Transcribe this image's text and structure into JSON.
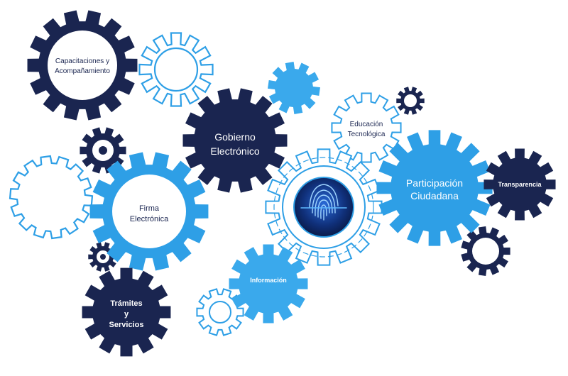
{
  "colors": {
    "navy": "#1a2550",
    "light_blue": "#2e9fe6",
    "sky_blue": "#3aa9ec",
    "outline_blue": "#2e9fe6",
    "white": "#ffffff",
    "navy_text": "#1a2550"
  },
  "gears": {
    "capacitaciones": {
      "line1": "Capacitaciones y",
      "line2": "Acompañamiento"
    },
    "gobierno": {
      "line1": "Gobierno",
      "line2": "Electrónico"
    },
    "educacion": {
      "line1": "Educación",
      "line2": "Tecnológica"
    },
    "firma": {
      "line1": "Firma",
      "line2": "Electrónica"
    },
    "participacion": {
      "line1": "Participación",
      "line2": "Ciudadana"
    },
    "transparencia": {
      "label": "Transparencia"
    },
    "informacion": {
      "label": "Información"
    },
    "tramites": {
      "line1": "Trámites",
      "line2": "y",
      "line3": "Servicios"
    }
  },
  "center": {
    "icon": "fingerprint-icon"
  }
}
